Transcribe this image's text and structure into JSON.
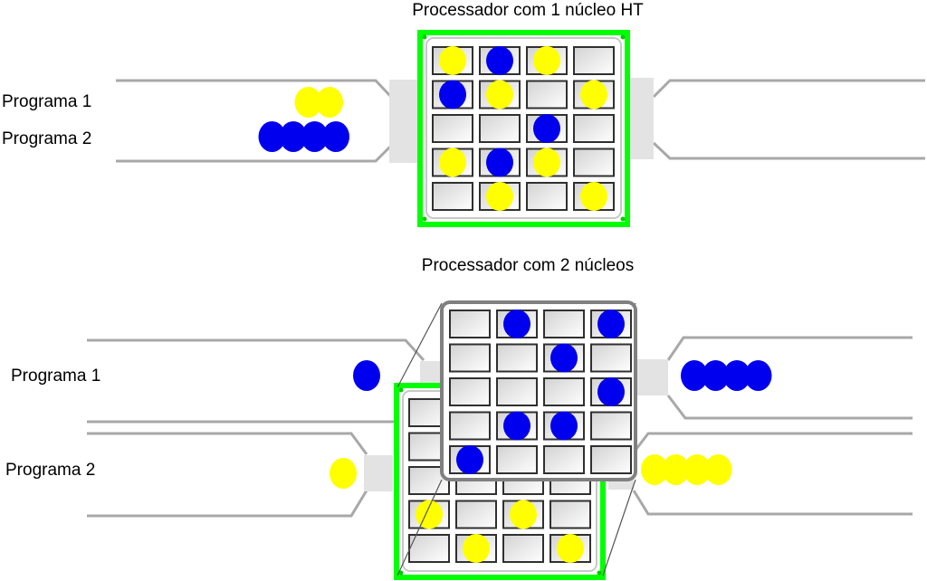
{
  "titles": {
    "top": "Processador com 1 núcleo HT",
    "bottom": "Processador com 2 núcleos"
  },
  "labels": {
    "top_program1": "Programa 1",
    "top_program2": "Programa 2",
    "bottom_program1": "Programa 1",
    "bottom_program2": "Programa 2"
  },
  "colors": {
    "program1": "#ffff00",
    "program2": "#0000ee",
    "chip_frame": "#00ff00",
    "pipe": "#a8a8a8",
    "connector": "#e3e3e3",
    "core_frame": "#808080"
  },
  "ht_core": {
    "rows": [
      [
        "program1",
        "program2",
        "program1",
        ""
      ],
      [
        "program2",
        "program1",
        "",
        "program1"
      ],
      [
        "",
        "",
        "program2",
        ""
      ],
      [
        "program1",
        "program2",
        "program1",
        ""
      ],
      [
        "",
        "program1",
        "",
        "program1"
      ]
    ],
    "queue_program1": 2,
    "queue_program2": 4
  },
  "dual_core": {
    "core_back_rows": [
      [
        "",
        "",
        "",
        ""
      ],
      [
        "",
        "",
        "",
        ""
      ],
      [
        "",
        "",
        "",
        ""
      ],
      [
        "program1",
        "",
        "program1",
        ""
      ],
      [
        "",
        "program1",
        "",
        "program1"
      ]
    ],
    "core_front_rows": [
      [
        "",
        "program2",
        "",
        "program2"
      ],
      [
        "",
        "",
        "program2",
        ""
      ],
      [
        "",
        "",
        "",
        "program2"
      ],
      [
        "",
        "program2",
        "program2",
        ""
      ],
      [
        "program2",
        "",
        "",
        ""
      ]
    ],
    "input_program1": 1,
    "input_program2": 1,
    "output_program1": 4,
    "output_program2": 4
  }
}
